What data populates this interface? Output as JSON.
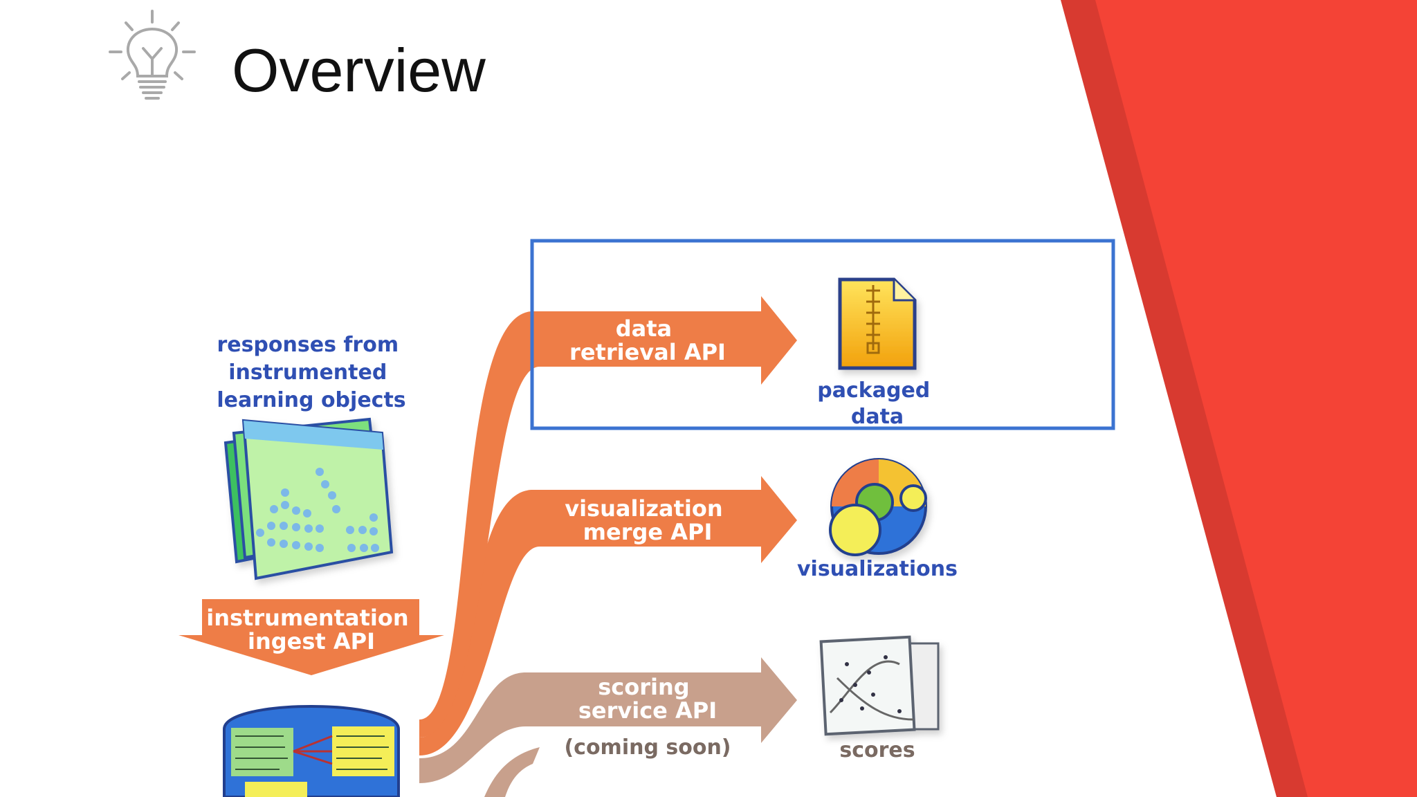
{
  "slide": {
    "title": "Overview",
    "icon": "lightbulb-icon",
    "accent_color": "#f44336",
    "accent_dark": "#d83a30",
    "highlight_box_color": "#3b73d1"
  },
  "diagram": {
    "source_label": [
      "responses from",
      "instrumented",
      "learning objects"
    ],
    "ingest_label": [
      "instrumentation",
      "ingest API"
    ],
    "arrows": [
      {
        "label": [
          "data",
          "retrieval API"
        ],
        "color": "#ee7d47"
      },
      {
        "label": [
          "visualization",
          "merge API"
        ],
        "color": "#ee7d47"
      },
      {
        "label": [
          "scoring",
          "service API"
        ],
        "note": "(coming soon)",
        "color": "#c8a08c"
      }
    ],
    "outputs": [
      {
        "label": [
          "packaged",
          "data"
        ],
        "icon": "zip-file-icon"
      },
      {
        "label": [
          "visualizations"
        ],
        "icon": "visualization-icon"
      },
      {
        "label": [
          "scores"
        ],
        "icon": "scatter-plot-icon"
      }
    ],
    "label_color": "#2f4fb3",
    "arrow_text_color": "#ffffff"
  }
}
